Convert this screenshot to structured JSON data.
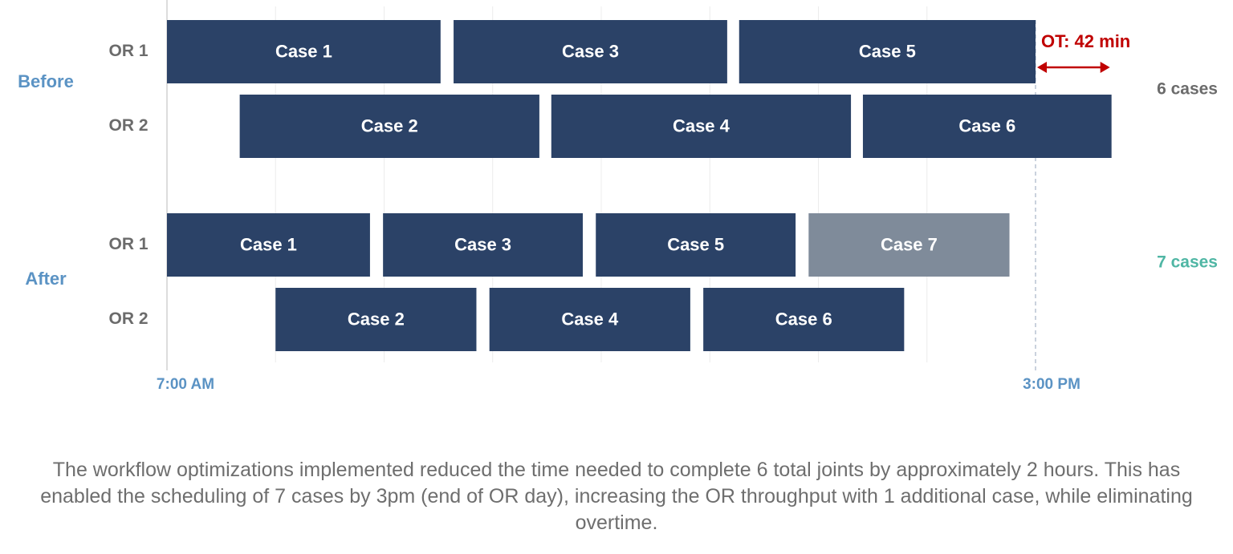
{
  "chart_data": {
    "type": "gantt",
    "x_ticks": [
      "7:00 AM",
      "3:00 PM"
    ],
    "groups": [
      {
        "name": "Before",
        "summary": "6 cases",
        "summary_color": "#6b6b6b",
        "rows": [
          {
            "room": "OR 1",
            "cases": [
              {
                "label": "Case 1",
                "start": 0.0,
                "end": 2.52
              },
              {
                "label": "Case 3",
                "start": 2.64,
                "end": 5.16
              },
              {
                "label": "Case 5",
                "start": 5.27,
                "end": 8.0
              }
            ]
          },
          {
            "room": "OR 2",
            "cases": [
              {
                "label": "Case 2",
                "start": 0.67,
                "end": 3.43
              },
              {
                "label": "Case 4",
                "start": 3.54,
                "end": 6.3
              },
              {
                "label": "Case 6",
                "start": 6.41,
                "end": 8.7
              }
            ]
          }
        ]
      },
      {
        "name": "After",
        "summary": "7 cases",
        "summary_color": "#4fb6a4",
        "rows": [
          {
            "room": "OR 1",
            "cases": [
              {
                "label": "Case 1",
                "start": 0.0,
                "end": 1.87
              },
              {
                "label": "Case 3",
                "start": 1.99,
                "end": 3.83
              },
              {
                "label": "Case 5",
                "start": 3.95,
                "end": 5.79
              },
              {
                "label": "Case 7",
                "start": 5.91,
                "end": 7.76,
                "highlight": true
              }
            ]
          },
          {
            "room": "OR 2",
            "cases": [
              {
                "label": "Case 2",
                "start": 1.0,
                "end": 2.85
              },
              {
                "label": "Case 4",
                "start": 2.97,
                "end": 4.82
              },
              {
                "label": "Case 6",
                "start": 4.94,
                "end": 6.79
              }
            ]
          }
        ]
      }
    ],
    "overtime": {
      "label": "OT: 42 min",
      "start": 8.0,
      "end": 8.7
    },
    "colors": {
      "bar": "#2b4267",
      "highlight_bar": "#7f8b9a",
      "overtime": "#c00000"
    }
  },
  "caption": "The workflow optimizations implemented reduced the time needed to complete 6 total joints by approximately 2 hours. This has enabled the scheduling of 7 cases by 3pm (end of OR day), increasing the OR throughput with 1 additional case, while eliminating overtime."
}
